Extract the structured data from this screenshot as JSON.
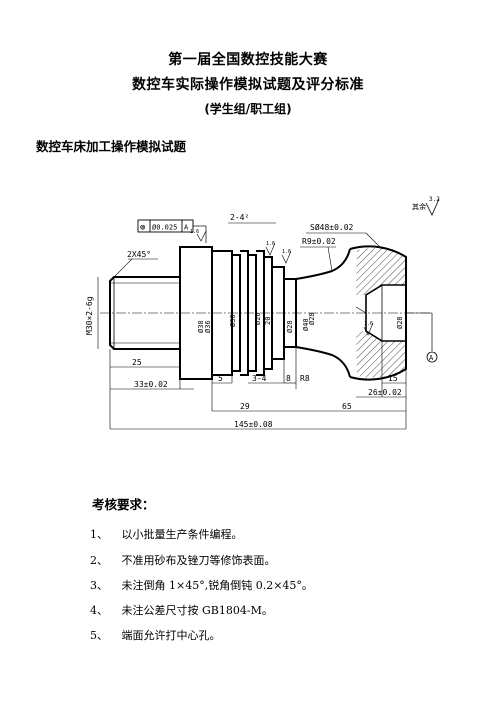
{
  "header": {
    "title1": "第一届全国数控技能大赛",
    "title2": "数控车实际操作模拟试题及评分标准",
    "group": "(学生组/职工组)"
  },
  "section_title": "数控车床加工操作模拟试题",
  "drawing": {
    "roughness_note": "其余",
    "roughness_other": "3.2",
    "labels": {
      "coax": "⊚",
      "coax_tol": "Ø0.025",
      "datum_ref": "A",
      "datum": "A",
      "chamfer": "2X45°",
      "groove": "2-4²",
      "sphere": "SØ48±0.02",
      "radius9": "R9±0.02",
      "thread": "M30×2-6g",
      "len25": "25",
      "len33": "33±0.02",
      "len5": "5",
      "len3_4": "3-4",
      "len8": "8",
      "r8": "R8",
      "len15": "15",
      "len29": "29",
      "len65": "65",
      "len26": "26±0.02",
      "len145": "145±0.08",
      "d38": "Ø38",
      "d36": "Ø36",
      "d30": "Ø30",
      "d26": "Ø26",
      "d28": "Ø28",
      "d20": "20",
      "d28b": "Ø28",
      "d40": "Ø40",
      "d28c": "Ø28",
      "ra16a": "1.6",
      "ra16b": "1.6",
      "ra16c": "1.6",
      "ra16d": "1.6"
    }
  },
  "requirements": {
    "heading": "考核要求：",
    "items": [
      {
        "num": "1、",
        "text": "以小批量生产条件编程。"
      },
      {
        "num": "2、",
        "text": "不准用砂布及锉刀等修饰表面。"
      },
      {
        "num": "3、",
        "text": "未注倒角 1×45°,锐角倒钝 0.2×45°。"
      },
      {
        "num": "4、",
        "text": "未注公差尺寸按 GB1804-M。"
      },
      {
        "num": "5、",
        "text": "端面允许打中心孔。"
      }
    ]
  }
}
